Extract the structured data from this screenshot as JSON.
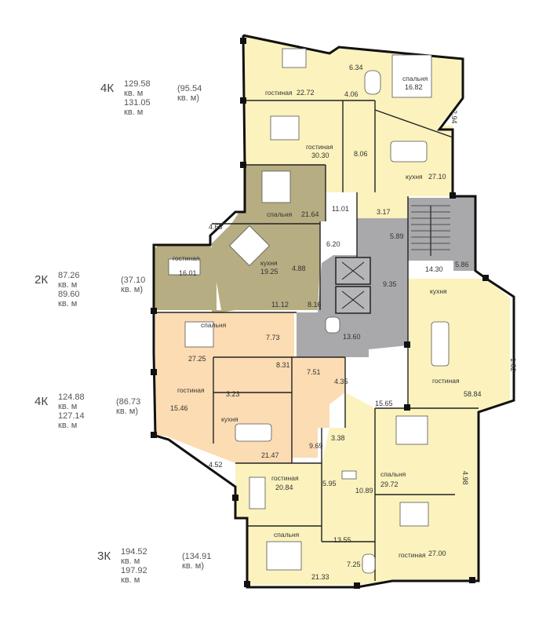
{
  "apartments": [
    {
      "id": "4k-top",
      "type": "4К",
      "total_a": "129.58 кв. м",
      "total_b": "131.05 кв. м",
      "living": "(95.54 кв. м)"
    },
    {
      "id": "2k",
      "type": "2К",
      "total_a": "87.26 кв. м",
      "total_b": "89.60 кв. м",
      "living": "(37.10 кв. м)"
    },
    {
      "id": "4k-mid",
      "type": "4К",
      "total_a": "124.88 кв. м",
      "total_b": "127.14 кв. м",
      "living": "(86.73 кв. м)"
    },
    {
      "id": "3k",
      "type": "3К",
      "total_a": "194.52 кв. м",
      "total_b": "197.92 кв. м",
      "living": "(134.91 кв. м)"
    }
  ],
  "rooms": {
    "r1": {
      "label": "гостиная",
      "area": "22.72"
    },
    "r2": {
      "label": "",
      "area": "6.34"
    },
    "r3": {
      "label": "спальня",
      "area": "16.82"
    },
    "r4": {
      "label": "",
      "area": "4.06"
    },
    "r5": {
      "label": "",
      "area": "2.94"
    },
    "r6": {
      "label": "гостиная",
      "area": "30.30"
    },
    "r7": {
      "label": "",
      "area": "8.06"
    },
    "r8": {
      "label": "кухня",
      "area": "27.10"
    },
    "r9": {
      "label": "спальня",
      "area": "21.64"
    },
    "r10": {
      "label": "",
      "area": "11.01"
    },
    "r11": {
      "label": "",
      "area": "3.17"
    },
    "r12": {
      "label": "",
      "area": "4.68"
    },
    "r13": {
      "label": "",
      "area": "6.20"
    },
    "r14": {
      "label": "",
      "area": "5.89"
    },
    "r15": {
      "label": "",
      "area": "14.30"
    },
    "r16": {
      "label": "",
      "area": "5.86"
    },
    "r17": {
      "label": "гостиная",
      "area": "16.01"
    },
    "r18": {
      "label": "кухня",
      "area": "19.25"
    },
    "r19": {
      "label": "",
      "area": "4.88"
    },
    "r20": {
      "label": "",
      "area": "9.35"
    },
    "r21": {
      "label": "кухня",
      "area": ""
    },
    "r22": {
      "label": "",
      "area": "11.12"
    },
    "r23": {
      "label": "",
      "area": "8.16"
    },
    "r24": {
      "label": "спальня",
      "area": "27.25"
    },
    "r25": {
      "label": "",
      "area": "7.73"
    },
    "r26": {
      "label": "",
      "area": "13.60"
    },
    "r27": {
      "label": "",
      "area": "1.82"
    },
    "r28": {
      "label": "",
      "area": "8.31"
    },
    "r29": {
      "label": "",
      "area": "7.51"
    },
    "r30": {
      "label": "",
      "area": "4.35"
    },
    "r31": {
      "label": "гостиная",
      "area": "58.84"
    },
    "r32": {
      "label": "",
      "area": "3.23"
    },
    "r33": {
      "label": "гостиная",
      "area": "15.46"
    },
    "r34": {
      "label": "",
      "area": "15.65"
    },
    "r35": {
      "label": "кухня",
      "area": "21.47"
    },
    "r36": {
      "label": "",
      "area": "9.69"
    },
    "r37": {
      "label": "",
      "area": "3.38"
    },
    "r38": {
      "label": "",
      "area": "4.52"
    },
    "r39": {
      "label": "гостиная",
      "area": "20.84"
    },
    "r40": {
      "label": "",
      "area": "5.95"
    },
    "r41": {
      "label": "",
      "area": "10.89"
    },
    "r42": {
      "label": "спальня",
      "area": "29.72"
    },
    "r43": {
      "label": "",
      "area": "4.98"
    },
    "r44": {
      "label": "спальня",
      "area": ""
    },
    "r45": {
      "label": "",
      "area": "13.55"
    },
    "r46": {
      "label": "гостиная",
      "area": "27.00"
    },
    "r47": {
      "label": "",
      "area": "7.25"
    },
    "r48": {
      "label": "",
      "area": "21.33"
    }
  },
  "colors": {
    "apt_cream": "#fbf2bd",
    "apt_peach": "#fcdcb3",
    "apt_olive": "#b7ad82",
    "common_grey": "#a9a9ab",
    "wall": "#111111"
  }
}
